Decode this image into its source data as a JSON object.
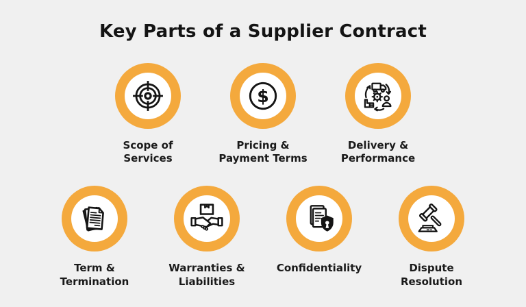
{
  "page": {
    "title": "Key Parts of a Supplier Contract"
  },
  "theme": {
    "background": "#F0F0F0",
    "ring_accent": "#F4A93D",
    "icon_disc": "#FFFFFF",
    "ink": "#141414"
  },
  "icons": {
    "dollar_glyph": "$"
  },
  "rows": [
    {
      "items": [
        {
          "label": "Scope of\nServices",
          "icon": "target-icon"
        },
        {
          "label": "Pricing &\nPayment Terms",
          "icon": "dollar-coin-icon"
        },
        {
          "label": "Delivery &\nPerformance",
          "icon": "supply-cycle-icon"
        }
      ]
    },
    {
      "items": [
        {
          "label": "Term &\nTermination",
          "icon": "documents-stack-icon"
        },
        {
          "label": "Warranties &\nLiabilities",
          "icon": "handshake-package-icon"
        },
        {
          "label": "Confidentiality",
          "icon": "document-shield-lock-icon"
        },
        {
          "label": "Dispute\nResolution",
          "icon": "gavel-icon"
        }
      ]
    }
  ]
}
